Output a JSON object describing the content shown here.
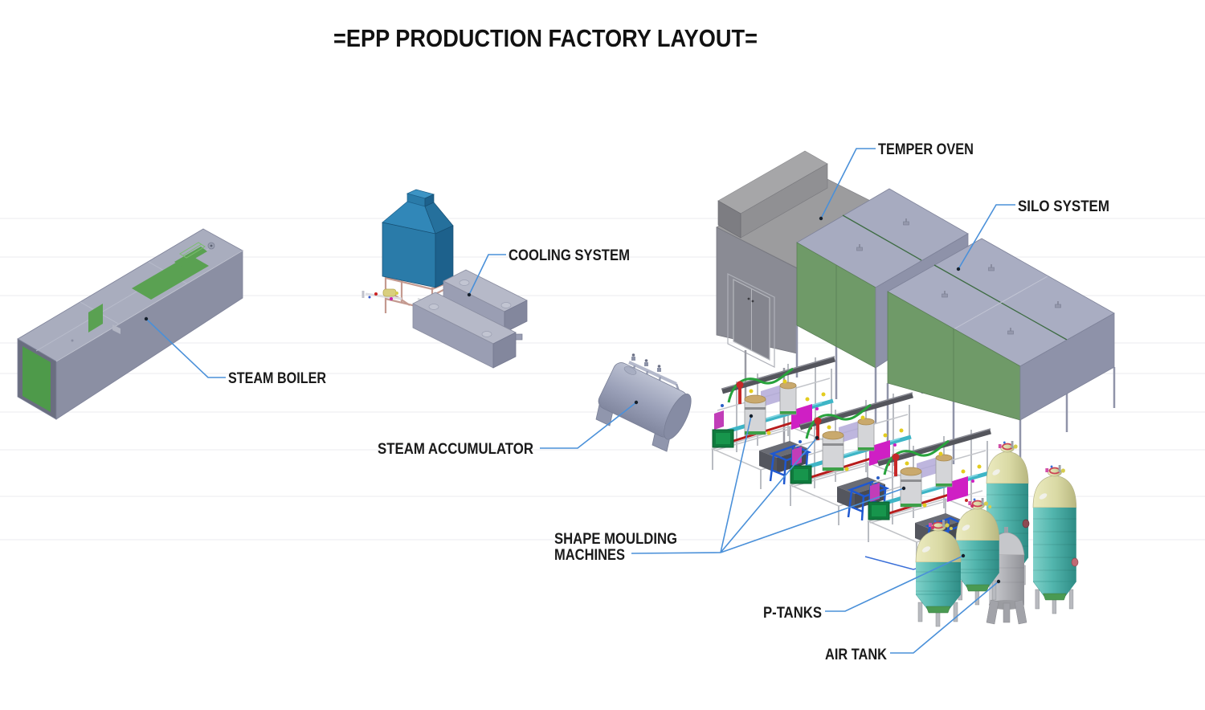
{
  "title": "=EPP PRODUCTION FACTORY LAYOUT=",
  "labels": {
    "temper_oven": "TEMPER OVEN",
    "silo_system": "SILO SYSTEM",
    "cooling_system": "COOLING SYSTEM",
    "steam_boiler": "STEAM BOILER",
    "steam_accumulator": "STEAM ACCUMULATOR",
    "shape_moulding_line1": "SHAPE MOULDING",
    "shape_moulding_line2": "MACHINES",
    "p_tanks": "P-TANKS",
    "air_tank": "AIR TANK"
  },
  "colors": {
    "background": "#ffffff",
    "leader_line": "#4a90d9",
    "label_text": "#1a1a1a",
    "silo_roof": "#a7abc0",
    "silo_panel_green": "#6f9a68",
    "oven_gray": "#9c9c9e",
    "cooling_tower_blue": "#2a7ba9",
    "chiller_gray": "#9a9eb3",
    "boiler_top_gray": "#a9adbe",
    "boiler_green": "#55a14e",
    "accumulator_gray": "#a7adc2",
    "ptank_teal": "#4aada5",
    "ptank_dome": "#d9d9a4",
    "air_tank_gray": "#b0b1b6",
    "machine_teal": "#3eb5c6",
    "machine_green": "#28a33c",
    "machine_magenta": "#cf1fc4",
    "machine_red": "#c62828",
    "machine_blue_stand": "#1f58d0"
  }
}
